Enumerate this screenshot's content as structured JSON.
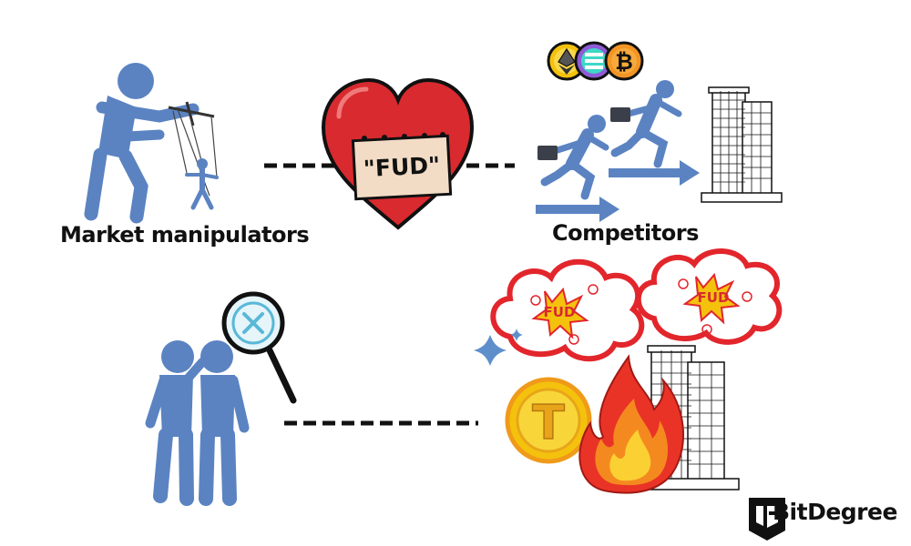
{
  "labels": {
    "market_manipulators": "Market manipulators",
    "competitors": "Competitors"
  },
  "heart_sign": "\"FUD\"",
  "cloud_text": [
    "FUD",
    "FUD"
  ],
  "coin_letter": "T",
  "crypto_coins": [
    "ethereum-icon",
    "solana-icon",
    "bitcoin-icon"
  ],
  "bitcoin_symbol": "₿",
  "brand": {
    "name": "BitDegree"
  },
  "colors": {
    "figure_blue": "#5b83c2",
    "heart_red": "#d82a2f",
    "cloud_red": "#e2262c",
    "coin_gold": "#f4c20d",
    "flame_orange": "#f26a21"
  }
}
